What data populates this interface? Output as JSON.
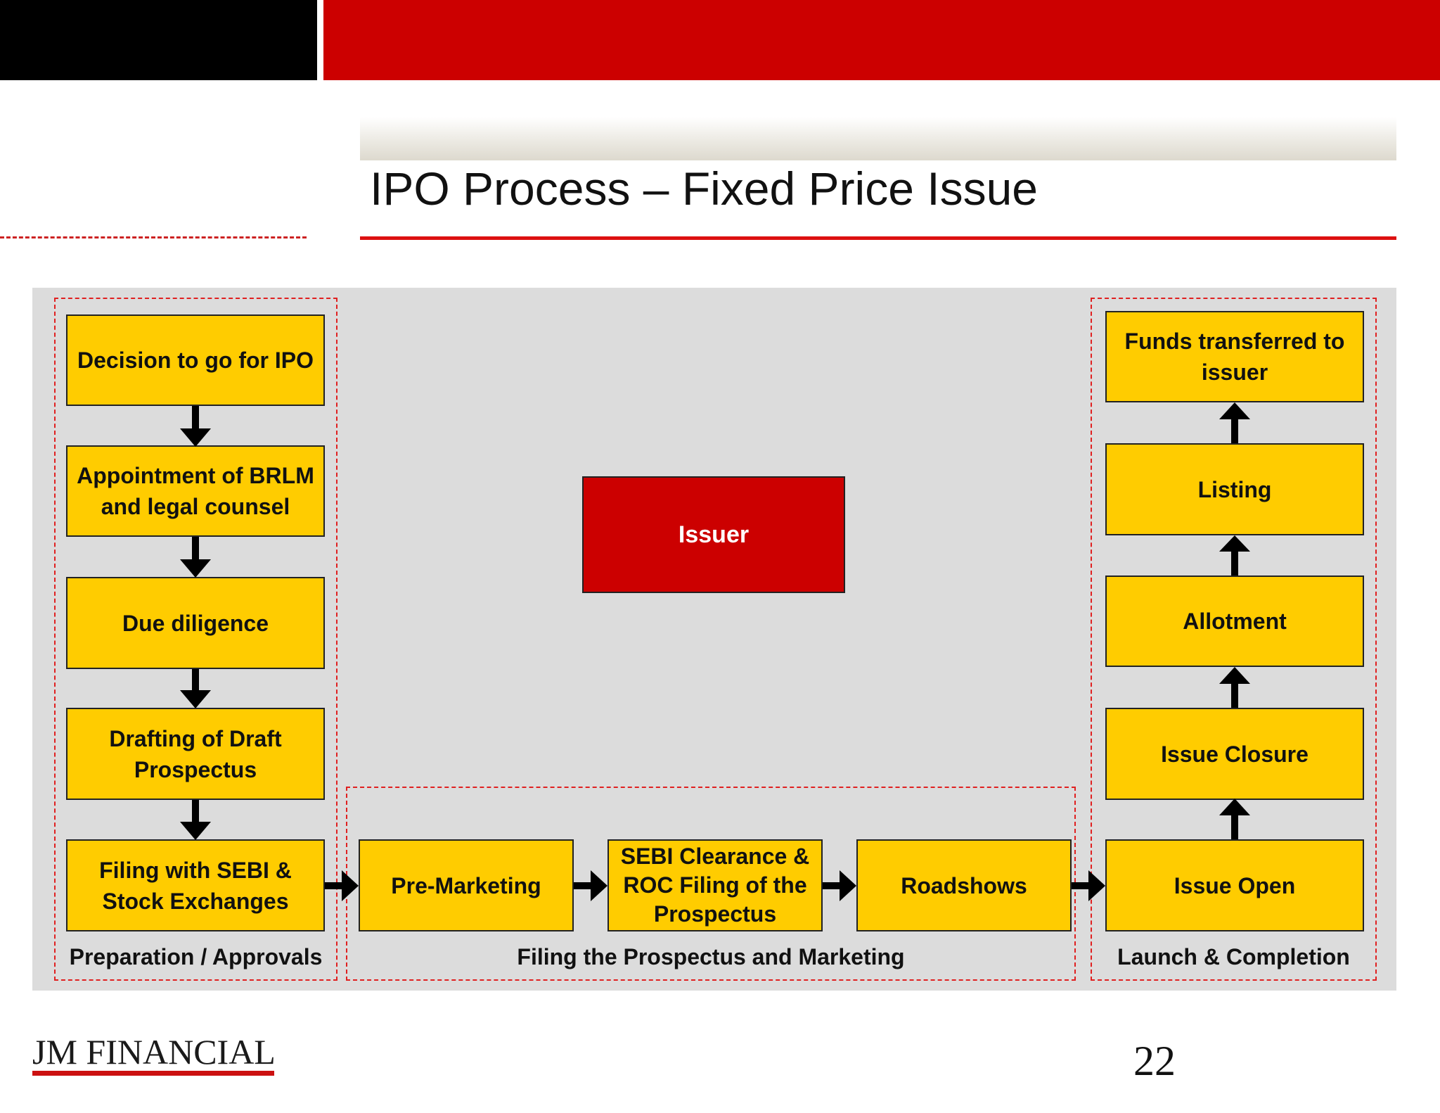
{
  "header": {
    "title": "IPO Process – Fixed Price Issue"
  },
  "diagram": {
    "issuer": "Issuer",
    "groups": {
      "preparation": {
        "label": "Preparation / Approvals",
        "steps": [
          "Decision to go for IPO",
          "Appointment of BRLM and legal counsel",
          "Due diligence",
          "Drafting of Draft Prospectus",
          "Filing with SEBI & Stock Exchanges"
        ]
      },
      "filing": {
        "label": "Filing the Prospectus and Marketing",
        "steps": [
          "Pre-Marketing",
          "SEBI Clearance & ROC Filing of the Prospectus",
          "Roadshows"
        ]
      },
      "launch": {
        "label": "Launch & Completion",
        "steps": [
          "Issue Open",
          "Issue Closure",
          "Allotment",
          "Listing",
          "Funds transferred to issuer"
        ]
      }
    }
  },
  "footer": {
    "logo": "JM FINANCIAL",
    "page_number": "22"
  },
  "colors": {
    "brand_red": "#cc0000",
    "step_yellow": "#ffcc00",
    "panel_grey": "#dcdcdc"
  }
}
